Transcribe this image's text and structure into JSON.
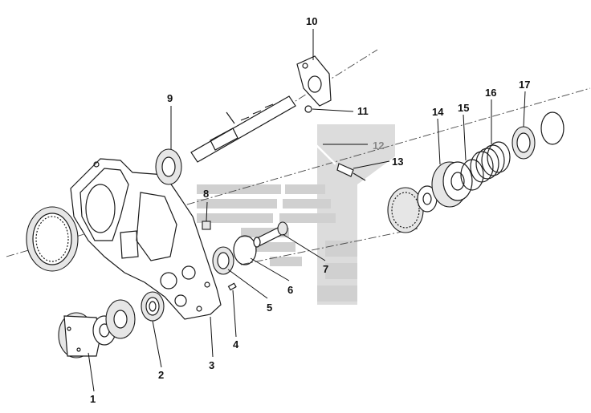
{
  "palette": {
    "ink": "#1a1a1a",
    "watermark": "#c8c8c8",
    "callout_grey": "#888888"
  },
  "watermark": {
    "icon": "stylized-s-stripes-logo"
  },
  "callouts": [
    {
      "id": "1",
      "label": "1"
    },
    {
      "id": "2",
      "label": "2"
    },
    {
      "id": "3",
      "label": "3"
    },
    {
      "id": "4",
      "label": "4"
    },
    {
      "id": "5",
      "label": "5"
    },
    {
      "id": "6",
      "label": "6"
    },
    {
      "id": "7",
      "label": "7"
    },
    {
      "id": "8",
      "label": "8"
    },
    {
      "id": "9",
      "label": "9"
    },
    {
      "id": "10",
      "label": "10"
    },
    {
      "id": "11",
      "label": "11"
    },
    {
      "id": "12",
      "label": "12"
    },
    {
      "id": "13",
      "label": "13"
    },
    {
      "id": "14",
      "label": "14"
    },
    {
      "id": "15",
      "label": "15"
    },
    {
      "id": "16",
      "label": "16"
    },
    {
      "id": "17",
      "label": "17"
    }
  ]
}
